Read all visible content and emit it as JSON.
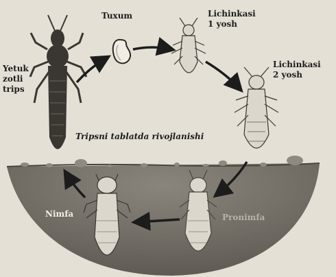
{
  "labels": {
    "adult": [
      "Yetuk",
      "zotli",
      "trips"
    ],
    "egg": "Tuxum",
    "larva1": [
      "Lichinkasi",
      "1 yosh"
    ],
    "larva2": [
      "Lichinkasi",
      "2 yosh"
    ],
    "pronymph": "Pronimfa",
    "nymph": "Nimfa"
  },
  "caption": "Tripsni tablatda rivojlanishi",
  "colors": {
    "paper": "#e4e0d6",
    "soil": "#757169",
    "insect_dark": "#3a3631",
    "insect_light": "#dcd7cc"
  }
}
